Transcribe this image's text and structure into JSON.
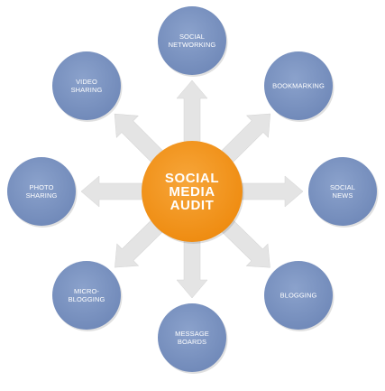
{
  "center": {
    "lines": [
      "SOCIAL",
      "MEDIA",
      "AUDIT"
    ]
  },
  "nodes": [
    {
      "id": "social-networking",
      "lines": [
        "SOCIAL",
        "NETWORKING"
      ]
    },
    {
      "id": "bookmarking",
      "lines": [
        "BOOKMARKING"
      ]
    },
    {
      "id": "social-news",
      "lines": [
        "SOCIAL",
        "NEWS"
      ]
    },
    {
      "id": "blogging",
      "lines": [
        "BLOGGING"
      ]
    },
    {
      "id": "message-boards",
      "lines": [
        "MESSAGE",
        "BOARDS"
      ]
    },
    {
      "id": "micro-blogging",
      "lines": [
        "MICRO-",
        "BLOGGING"
      ]
    },
    {
      "id": "photo-sharing",
      "lines": [
        "PHOTO",
        "SHARING"
      ]
    },
    {
      "id": "video-sharing",
      "lines": [
        "VIDEO",
        "SHARING"
      ]
    }
  ],
  "colors": {
    "center": "#f39519",
    "node": "#7891bf",
    "arrow": "#e4e4e4"
  }
}
